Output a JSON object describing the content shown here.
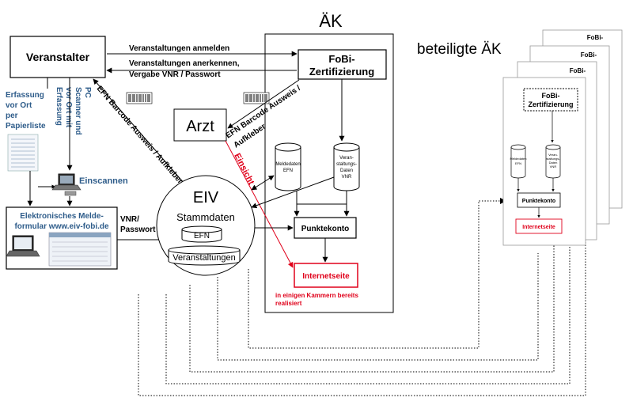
{
  "aek": {
    "title": "ÄK",
    "fobi_line1": "FoBi-",
    "fobi_line2": "Zertifizierung",
    "meldedaten_line1": "Meldedaten",
    "meldedaten_line2": "EFN",
    "veran_line1": "Veran-",
    "veran_line2": "staltungs-",
    "veran_line3": "Daten",
    "veran_line4": "VNR",
    "punktekonto": "Punktekonto",
    "internetseite": "Internetseite",
    "note_line1": "in einigen Kammern bereits",
    "note_line2": "realisiert"
  },
  "veranstalter": "Veranstalter",
  "arzt": "Arzt",
  "eiv": {
    "title": "EIV",
    "stammdaten": "Stammdaten",
    "efn": "EFN",
    "veranstaltungen": "Veranstaltungen"
  },
  "arrows": {
    "anmelden": "Veranstaltungen anmelden",
    "anerkennen": "Veranstaltungen anerkennen,",
    "vergabe": "Vergabe VNR / Passwort",
    "barcode_left_line1": "EFN Barcode Ausweis / Aufkleber",
    "barcode_right_line1": "EFN Barcode Ausweis /",
    "barcode_right_line2": "Aufkleber",
    "einsicht": "Einsicht",
    "vnr_line1": "VNR/",
    "vnr_line2": "Passwort"
  },
  "erfassung_papier": [
    "Erfassung",
    "vor Ort",
    "per",
    "Papierliste"
  ],
  "erfassung_scanner": [
    "Erfassung",
    "vor Ort mit",
    "Scanner und",
    "PC"
  ],
  "einscannen": "Einscannen",
  "meldeformular_line1": "Elektronisches Melde-",
  "meldeformular_line2": "formular www.eiv-fobi.de",
  "beteiligte": {
    "title": "beteiligte ÄK",
    "stack_label_1": "FoBi-",
    "stack_label_2": "Zertifizierung",
    "meldedaten_line1": "Meldedaten",
    "meldedaten_line2": "EFN",
    "veran_line1": "Veran-",
    "veran_line2": "staltungs-",
    "veran_line3": "Daten",
    "veran_line4": "VNR",
    "punktekonto": "Punktekonto",
    "internetseite": "Internetseite"
  },
  "colors": {
    "blue_text": "#2e5c8a",
    "red": "#e0001a",
    "line": "#000000"
  }
}
